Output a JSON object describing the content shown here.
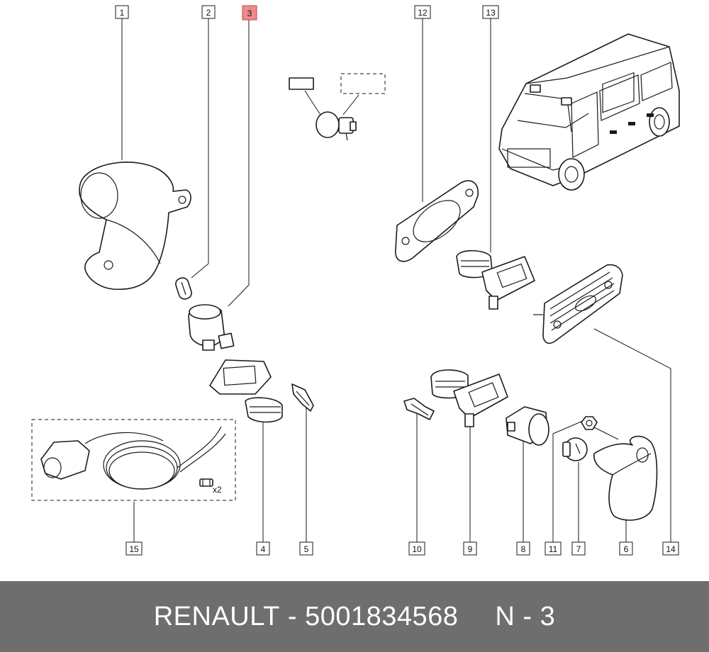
{
  "diagram": {
    "callouts": [
      {
        "id": "1",
        "label": "1",
        "highlighted": false
      },
      {
        "id": "2",
        "label": "2",
        "highlighted": false
      },
      {
        "id": "3",
        "label": "3",
        "highlighted": true
      },
      {
        "id": "4",
        "label": "4",
        "highlighted": false
      },
      {
        "id": "5",
        "label": "5",
        "highlighted": false
      },
      {
        "id": "6",
        "label": "6",
        "highlighted": false
      },
      {
        "id": "7",
        "label": "7",
        "highlighted": false
      },
      {
        "id": "8",
        "label": "8",
        "highlighted": false
      },
      {
        "id": "9",
        "label": "9",
        "highlighted": false
      },
      {
        "id": "10",
        "label": "10",
        "highlighted": false
      },
      {
        "id": "11",
        "label": "11",
        "highlighted": false
      },
      {
        "id": "12",
        "label": "12",
        "highlighted": false
      },
      {
        "id": "13",
        "label": "13",
        "highlighted": false
      },
      {
        "id": "14",
        "label": "14",
        "highlighted": false
      },
      {
        "id": "15",
        "label": "15",
        "highlighted": false
      }
    ],
    "fuse_quantity": "x2",
    "highlight_color": "#f08a8a"
  },
  "footer": {
    "brand": "RENAULT",
    "separator": "-",
    "part_number": "5001834568",
    "reference": "N - 3",
    "background_color": "#6e6e6e"
  }
}
